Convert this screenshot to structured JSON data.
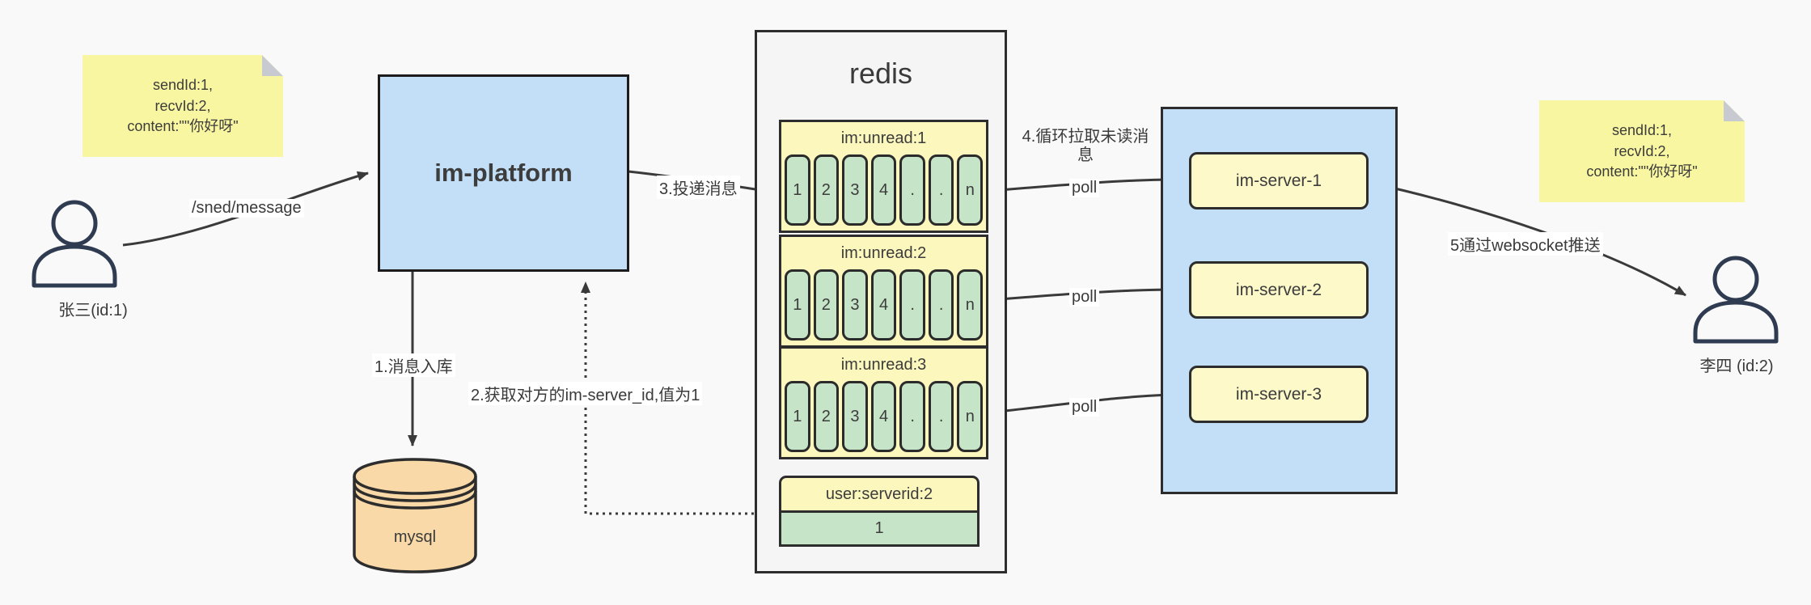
{
  "colors": {
    "background": "#f9f9f9",
    "sticky_yellow": "#f9f6a1",
    "platform_blue": "#c3dff7",
    "queue_yellow": "#fbf7bd",
    "cell_green": "#c6e4c7",
    "server_yellow": "#fdf9c9",
    "mysql_tan": "#f8d9a7",
    "redis_gray": "#f5f5f5",
    "line_dark": "#3a3a3a"
  },
  "left_note": {
    "line1": "sendId:1,",
    "line2": "recvId:2,",
    "line3": "content:\"\"你好呀\""
  },
  "right_note": {
    "line1": "sendId:1,",
    "line2": "recvId:2,",
    "line3": "content:\"\"你好呀\""
  },
  "sender": {
    "label": "张三(id:1)"
  },
  "receiver": {
    "label": "李四 (id:2)"
  },
  "platform": {
    "label": "im-platform"
  },
  "mysql": {
    "label": "mysql"
  },
  "redis": {
    "title": "redis",
    "queues": [
      {
        "header": "im:unread:1",
        "cells": [
          "1",
          "2",
          "3",
          "4",
          ".",
          ".",
          "n"
        ]
      },
      {
        "header": "im:unread:2",
        "cells": [
          "1",
          "2",
          "3",
          "4",
          ".",
          ".",
          "n"
        ]
      },
      {
        "header": "im:unread:3",
        "cells": [
          "1",
          "2",
          "3",
          "4",
          ".",
          ".",
          "n"
        ]
      }
    ],
    "mapping": {
      "header": "user:serverid:2",
      "value": "1"
    }
  },
  "servers": [
    {
      "label": "im-server-1"
    },
    {
      "label": "im-server-2"
    },
    {
      "label": "im-server-3"
    }
  ],
  "edges": {
    "send_api": "/sned/message",
    "step1": "1.消息入库",
    "step2": "2.获取对方的im-server_id,值为1",
    "step3": "3.投递消息",
    "step4": "4.循环拉取未读消息",
    "poll_1": "poll",
    "poll_2": "poll",
    "poll_3": "poll",
    "step5": "5通过websocket推送"
  }
}
